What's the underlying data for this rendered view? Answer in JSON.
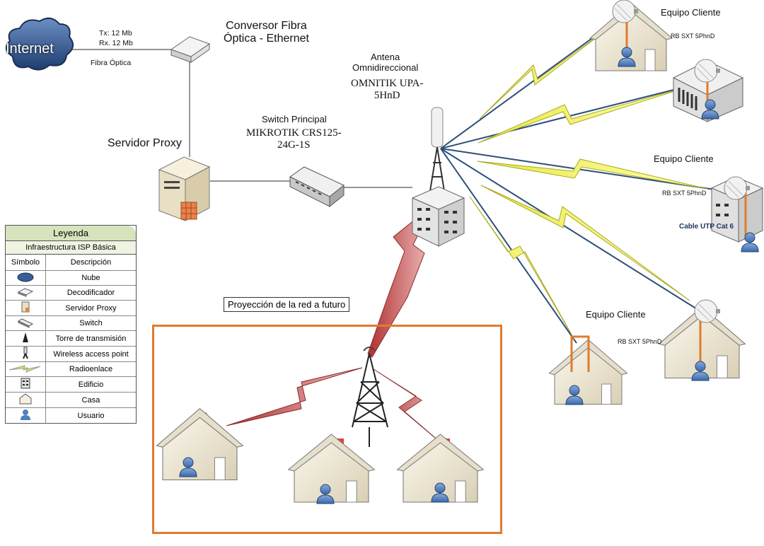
{
  "internet": {
    "label": "Internet"
  },
  "fiber_link": {
    "tx": "Tx: 12 Mb",
    "rx": "Rx. 12 Mb",
    "caption": "Fibra Óptica"
  },
  "converter": {
    "label": "Conversor Fibra\nÓptica - Ethernet"
  },
  "proxy": {
    "label": "Servidor Proxy"
  },
  "switch": {
    "label_line1": "Switch Principal",
    "label_line2": "MIKROTIK CRS125-\n24G-1S"
  },
  "antenna": {
    "label_line1": "Antena\nOmnidireccional",
    "label_line2": "OMNITIK UPA-\n5HnD"
  },
  "clients": {
    "client_label": "Equipo Cliente",
    "cpe_label": "RB SXT 5PhnD",
    "cable_label": "Cable UTP Cat 6"
  },
  "projection": {
    "label": "Proyección de la red a futuro"
  },
  "legend": {
    "title": "Leyenda",
    "subtitle": "Infraestructura ISP Básica",
    "col_symbol": "Símbolo",
    "col_description": "Descripción",
    "rows": [
      {
        "icon": "cloud-icon",
        "description": "Nube"
      },
      {
        "icon": "decoder-icon",
        "description": "Decodificador"
      },
      {
        "icon": "server-icon",
        "description": "Servidor Proxy"
      },
      {
        "icon": "switch-icon",
        "description": "Switch"
      },
      {
        "icon": "tower-icon",
        "description": "Torre de transmisión"
      },
      {
        "icon": "access-point-icon",
        "description": "Wireless access point"
      },
      {
        "icon": "radiolink-icon",
        "description": "Radioenlace"
      },
      {
        "icon": "building-icon",
        "description": "Edificio"
      },
      {
        "icon": "house-icon",
        "description": "Casa"
      },
      {
        "icon": "user-icon",
        "description": "Usuario"
      }
    ]
  },
  "colors": {
    "link_yellow": "#f2f25c",
    "link_red": "#b83b3b",
    "orange": "#e07b2f",
    "legend_header": "#d6e3bc",
    "user_blue": "#4f7fbf"
  }
}
